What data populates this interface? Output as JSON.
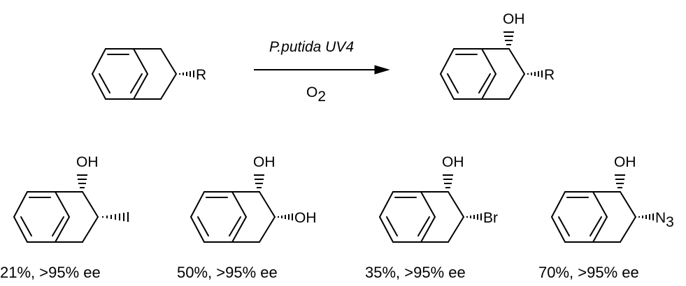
{
  "reaction": {
    "substituent": "R",
    "reagent_italic": "P.putida UV4",
    "condition_main": "O",
    "condition_sub": "2",
    "hydroxyl": "OH"
  },
  "products": [
    {
      "yield": "21%, >95% ee",
      "hydroxyl": "OH",
      "sub_main": "",
      "sub_tail": "",
      "group": "methyl"
    },
    {
      "yield": "50%, >95% ee",
      "hydroxyl": "OH",
      "sub_main": "OH",
      "sub_tail": "",
      "group": "hydroxyl"
    },
    {
      "yield": "35%, >95% ee",
      "hydroxyl": "OH",
      "sub_main": "Br",
      "sub_tail": "",
      "group": "bromo"
    },
    {
      "yield": "70%, >95% ee",
      "hydroxyl": "OH",
      "sub_main": "N",
      "sub_tail": "3",
      "group": "azido"
    }
  ]
}
